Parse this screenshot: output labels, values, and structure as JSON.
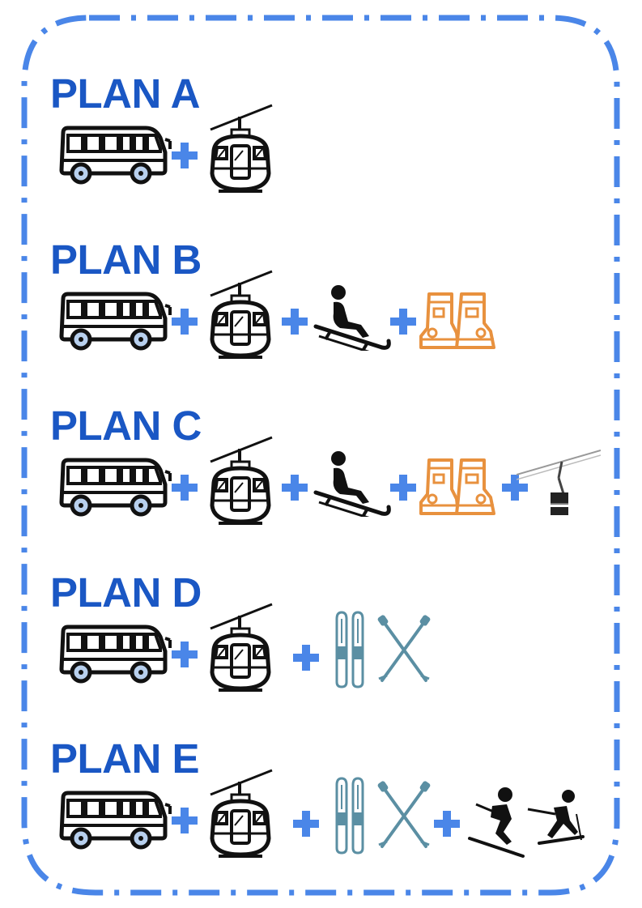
{
  "colors": {
    "title": "#1a57c4",
    "plus": "#4a86e8",
    "border": "#4a86e8",
    "boots": "#e8913e",
    "skis": "#5b8fa3"
  },
  "plans": [
    {
      "title": "PLAN A",
      "items": [
        "bus-icon",
        "gondola-icon"
      ]
    },
    {
      "title": "PLAN B",
      "items": [
        "bus-icon",
        "gondola-icon",
        "sled-icon",
        "ski-boots-icon"
      ]
    },
    {
      "title": "PLAN C",
      "items": [
        "bus-icon",
        "gondola-icon",
        "sled-icon",
        "ski-boots-icon",
        "chairlift-icon"
      ]
    },
    {
      "title": "PLAN D",
      "items": [
        "bus-icon",
        "gondola-icon",
        "skis-icon",
        "ski-poles-icon"
      ]
    },
    {
      "title": "PLAN E",
      "items": [
        "bus-icon",
        "gondola-icon",
        "skis-icon",
        "ski-poles-icon",
        "skiers-icon"
      ]
    }
  ]
}
